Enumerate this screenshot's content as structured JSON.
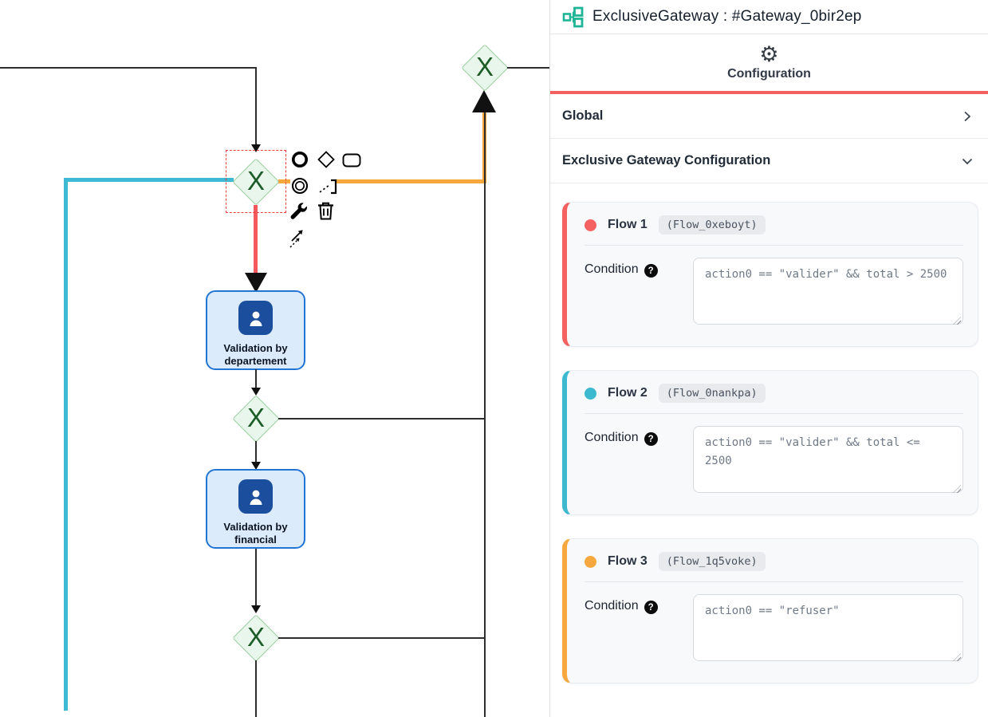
{
  "panel": {
    "header": {
      "icon": "diagram-nodes-icon",
      "title": "ExclusiveGateway : #Gateway_0bir2ep"
    },
    "tab": {
      "icon": "gear-icon",
      "label": "Configuration",
      "accent_color": "#f15f5f"
    },
    "sections": [
      {
        "label": "Global",
        "state": "collapsed",
        "chevron": "right"
      },
      {
        "label": "Exclusive Gateway Configuration",
        "state": "expanded",
        "chevron": "down"
      }
    ],
    "condition_label": "Condition",
    "help_glyph": "?",
    "flows": [
      {
        "name": "Flow 1",
        "id": "(Flow_0xeboyt)",
        "color": "#f56060",
        "condition": "action0 == \"valider\" && total > 2500"
      },
      {
        "name": "Flow 2",
        "id": "(Flow_0nankpa)",
        "color": "#3cb9ce",
        "condition": "action0 == \"valider\" && total <= 2500"
      },
      {
        "name": "Flow 3",
        "id": "(Flow_1q5voke)",
        "color": "#f6a83f",
        "condition": "action0 == \"refuser\""
      }
    ]
  },
  "diagram": {
    "gateway_symbol": "X",
    "tasks": [
      {
        "label": "Validation by departement"
      },
      {
        "label": "Validation by financial"
      }
    ],
    "flow_colors": {
      "flow1_red": "#f5595b",
      "flow2_cyan": "#3db9d3",
      "flow3_orange": "#f7a83d"
    },
    "context_pad_icons": [
      "end-event",
      "gateway",
      "task",
      "intermediate-event",
      "text-annotation",
      "wrench",
      "trash",
      "connect-arrow"
    ]
  }
}
